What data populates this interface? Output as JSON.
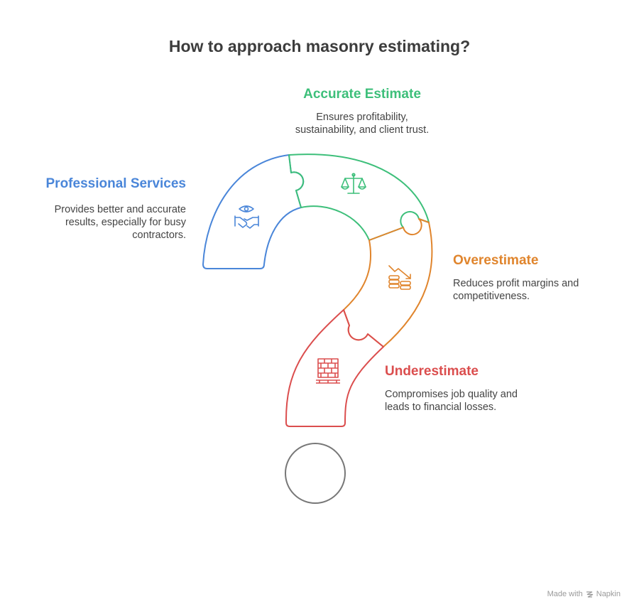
{
  "title": "How to approach masonry estimating?",
  "sections": {
    "accurate": {
      "heading": "Accurate Estimate",
      "description": [
        "Ensures profitability,",
        "sustainability, and client trust."
      ],
      "color": "#3dbf7a",
      "icon": "balance-scale-icon"
    },
    "professional": {
      "heading": "Professional Services",
      "description": [
        "Provides better and accurate",
        "results, especially for busy",
        "contractors."
      ],
      "color": "#4a86d9",
      "icon": "handshake-eye-icon"
    },
    "overestimate": {
      "heading": "Overestimate",
      "description": [
        "Reduces profit margins and",
        "competitiveness."
      ],
      "color": "#e0852d",
      "icon": "coins-down-trend-icon"
    },
    "underestimate": {
      "heading": "Underestimate",
      "description": [
        "Compromises job quality and",
        "leads to financial losses."
      ],
      "color": "#db4e4e",
      "icon": "brick-wall-icon"
    }
  },
  "dot_color": "#777777",
  "footer": {
    "made_with": "Made with",
    "brand": "Napkin"
  }
}
